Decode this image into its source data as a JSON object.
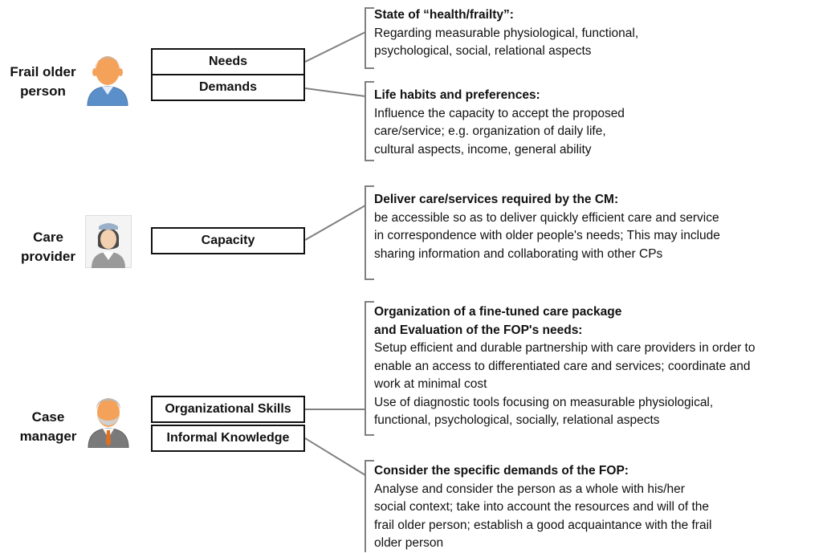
{
  "actors": {
    "frail": {
      "label_line1": "Frail older",
      "label_line2": "person"
    },
    "care": {
      "label_line1": "Care",
      "label_line2": "provider"
    },
    "manager": {
      "label_line1": "Case",
      "label_line2": "manager"
    }
  },
  "boxes": {
    "needs": "Needs",
    "demands": "Demands",
    "capacity": "Capacity",
    "org_skills": "Organizational Skills",
    "informal": "Informal Knowledge"
  },
  "blocks": {
    "health": {
      "heading": "State of “health/frailty”:",
      "lines": [
        "Regarding measurable physiological, functional,",
        "psychological, social, relational aspects"
      ]
    },
    "habits": {
      "heading": "Life habits and preferences:",
      "lines": [
        "Influence the capacity to accept the proposed",
        "care/service; e.g. organization of daily life,",
        "cultural aspects, income, general ability"
      ]
    },
    "deliver": {
      "heading": "Deliver care/services required by the CM:",
      "lines": [
        "be accessible  so as to deliver quickly efficient care and service",
        "in correspondence with older people's needs;  This may include",
        "sharing information and collaborating with other CPs"
      ]
    },
    "organization": {
      "heading1": "Organization of a fine-tuned care package",
      "heading2": "and Evaluation of the FOP's needs:",
      "lines": [
        "Setup efficient and durable partnership with care providers in order to",
        "enable an access to differentiated care and services; coordinate and",
        "work at minimal cost",
        "Use of diagnostic tools focusing on measurable physiological,",
        "functional, psychological, socially, relational aspects"
      ]
    },
    "consider": {
      "heading": "Consider the specific demands of the FOP:",
      "lines": [
        "Analyse and consider the person as a whole with his/her",
        "social context; take into account the resources and will of the",
        "frail older person; establish a good acquaintance with the frail",
        "older person"
      ]
    }
  },
  "colors": {
    "line": "#808080",
    "skin": "#f4a25a",
    "shirt_blue": "#5b8fc9",
    "hair_grey": "#b8b8b8",
    "suit": "#7a7a7a",
    "tie": "#e07020"
  },
  "icons": [
    "elderly-person-icon",
    "nurse-icon",
    "case-manager-icon"
  ]
}
